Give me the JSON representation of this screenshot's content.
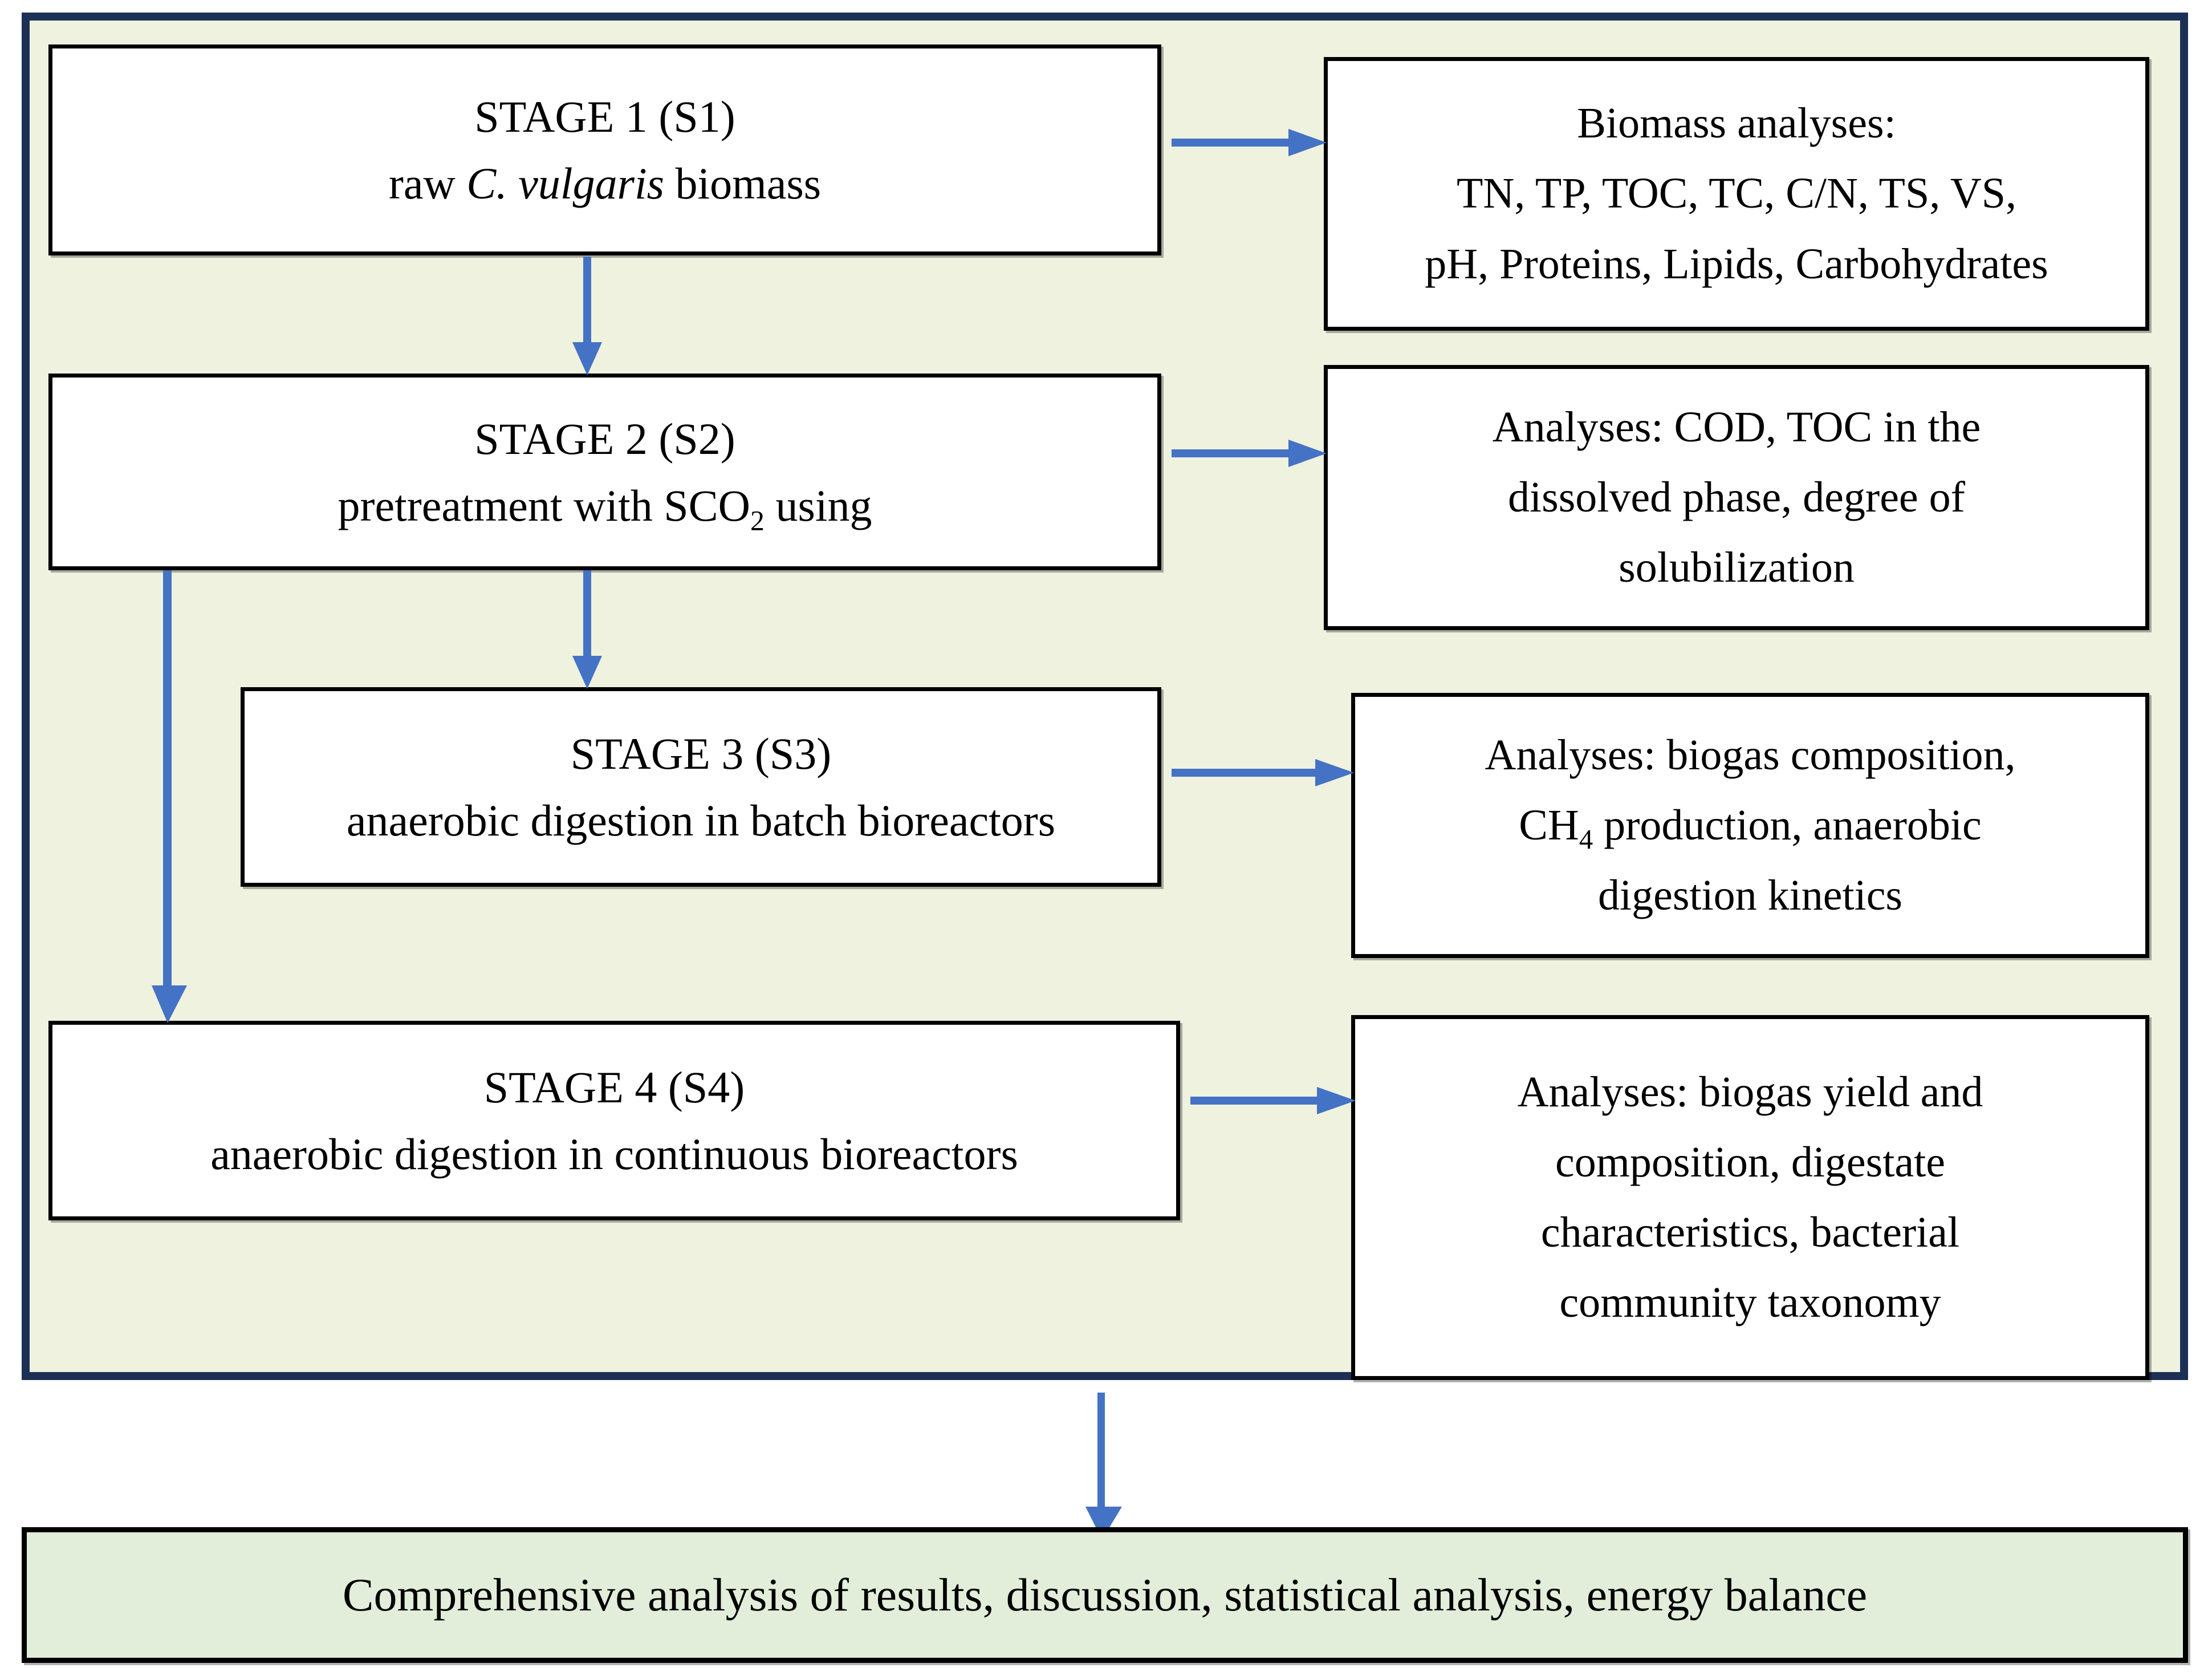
{
  "diagram": {
    "title_semantics": "experimental-workflow-flowchart",
    "colors": {
      "outer_border": "#1C3055",
      "outer_fill": "#EFF2DF",
      "box_border": "#000000",
      "box_fill": "#FFFFFF",
      "arrow": "#4472C4",
      "summary_fill": "#E2EDDA"
    },
    "stages": [
      {
        "id": "S1",
        "heading": "STAGE 1 (S1)",
        "description_pre": "raw ",
        "description_italic": "C. vulgaris",
        "description_post": " biomass"
      },
      {
        "id": "S2",
        "heading": "STAGE 2 (S2)",
        "description_pre": "pretreatment with SCO",
        "description_sub": "2",
        "description_post": " using"
      },
      {
        "id": "S3",
        "heading": "STAGE 3 (S3)",
        "description": "anaerobic digestion in batch bioreactors"
      },
      {
        "id": "S4",
        "heading": "STAGE 4 (S4)",
        "description": "anaerobic digestion in continuous bioreactors"
      }
    ],
    "analyses": [
      {
        "for_stage": "S1",
        "lines": [
          "Biomass analyses:",
          "TN, TP, TOC, TC, C/N, TS, VS,",
          "pH, Proteins, Lipids, Carbohydrates"
        ]
      },
      {
        "for_stage": "S2",
        "lines": [
          "Analyses: COD, TOC in the",
          "dissolved phase, degree of",
          "solubilization"
        ]
      },
      {
        "for_stage": "S3",
        "line1": "Analyses: biogas composition,",
        "line2_pre": "CH",
        "line2_sub": "4",
        "line2_post": " production, anaerobic",
        "line3": "digestion kinetics"
      },
      {
        "for_stage": "S4",
        "lines": [
          "Analyses: biogas yield and",
          "composition, digestate",
          "characteristics, bacterial",
          "community taxonomy"
        ]
      }
    ],
    "summary": {
      "text": "Comprehensive analysis of results, discussion, statistical analysis, energy balance"
    },
    "connectors": [
      {
        "name": "s1-to-s2",
        "type": "vertical-arrow"
      },
      {
        "name": "s2-to-s3",
        "type": "vertical-arrow"
      },
      {
        "name": "s2-to-s4",
        "type": "vertical-arrow-long-left"
      },
      {
        "name": "s1-to-analysis1",
        "type": "horizontal-arrow"
      },
      {
        "name": "s2-to-analysis2",
        "type": "horizontal-arrow"
      },
      {
        "name": "s3-to-analysis3",
        "type": "horizontal-arrow"
      },
      {
        "name": "s4-to-analysis4",
        "type": "horizontal-arrow"
      },
      {
        "name": "container-to-summary",
        "type": "vertical-arrow"
      }
    ]
  }
}
